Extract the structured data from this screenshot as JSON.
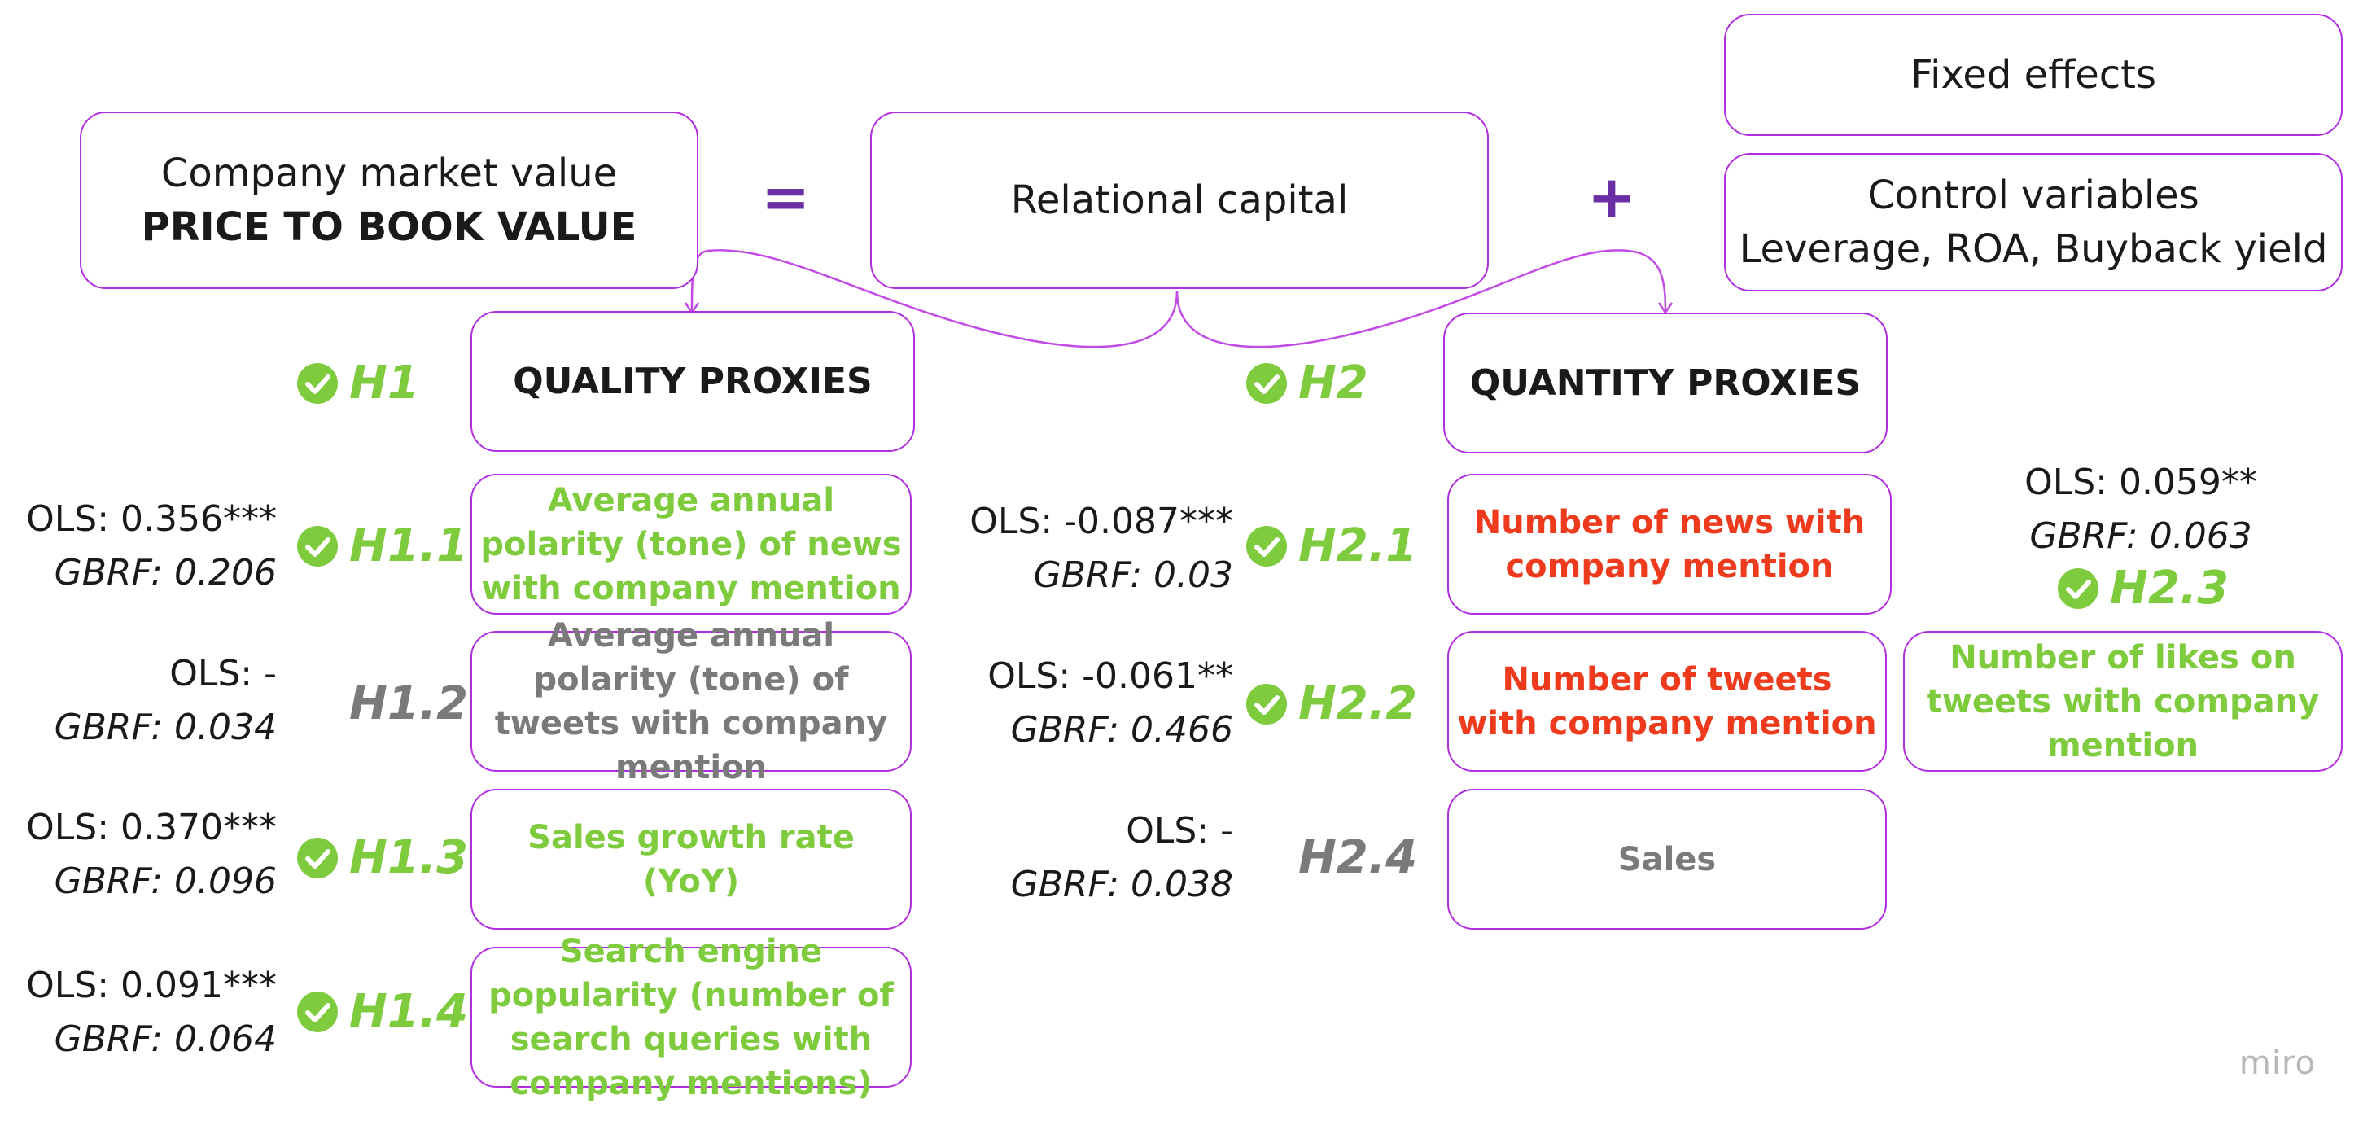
{
  "top": {
    "dependent_line1": "Company market value",
    "dependent_line2": "PRICE TO BOOK VALUE",
    "equals": "=",
    "relational_capital": "Relational capital",
    "plus": "+",
    "fixed_effects": "Fixed effects",
    "controls_line1": "Control variables",
    "controls_line2": "Leverage, ROA, Buyback yield"
  },
  "quality": {
    "hyp": "H1",
    "title": "QUALITY PROXIES",
    "items": [
      {
        "hyp": "H1.1",
        "ols": "OLS: 0.356***",
        "gbrf": "GBRF: 0.206",
        "label": "Average annual polarity (tone) of news with company mention",
        "status": "supported"
      },
      {
        "hyp": "H1.2",
        "ols": "OLS: -",
        "gbrf": "GBRF: 0.034",
        "label": "Average annual polarity (tone) of tweets with company mention",
        "status": "not-significant"
      },
      {
        "hyp": "H1.3",
        "ols": "OLS: 0.370***",
        "gbrf": "GBRF: 0.096",
        "label": "Sales growth rate (YoY)",
        "status": "supported"
      },
      {
        "hyp": "H1.4",
        "ols": "OLS: 0.091***",
        "gbrf": "GBRF: 0.064",
        "label": "Search engine popularity (number of search queries with company mentions)",
        "status": "supported"
      }
    ]
  },
  "quantity": {
    "hyp": "H2",
    "title": "QUANTITY PROXIES",
    "items": [
      {
        "hyp": "H2.1",
        "ols": "OLS: -0.087***",
        "gbrf": "GBRF: 0.03",
        "label": "Number of news with company mention",
        "status": "negative"
      },
      {
        "hyp": "H2.2",
        "ols": "OLS: -0.061**",
        "gbrf": "GBRF: 0.466",
        "label": "Number of tweets with company mention",
        "status": "negative"
      },
      {
        "hyp": "H2.3",
        "ols": "OLS: 0.059**",
        "gbrf": "GBRF: 0.063",
        "label": "Number of likes on tweets with company mention",
        "status": "supported"
      },
      {
        "hyp": "H2.4",
        "ols": "OLS: -",
        "gbrf": "GBRF: 0.038",
        "label": "Sales",
        "status": "not-significant"
      }
    ]
  },
  "watermark": "miro",
  "colors": {
    "border": "#b12ee0",
    "green": "#7fcb3e",
    "red": "#ee3b1e",
    "gray": "#7a7a7a",
    "operator": "#6a2fa3"
  },
  "icons": {
    "check": "check-circle-icon"
  }
}
